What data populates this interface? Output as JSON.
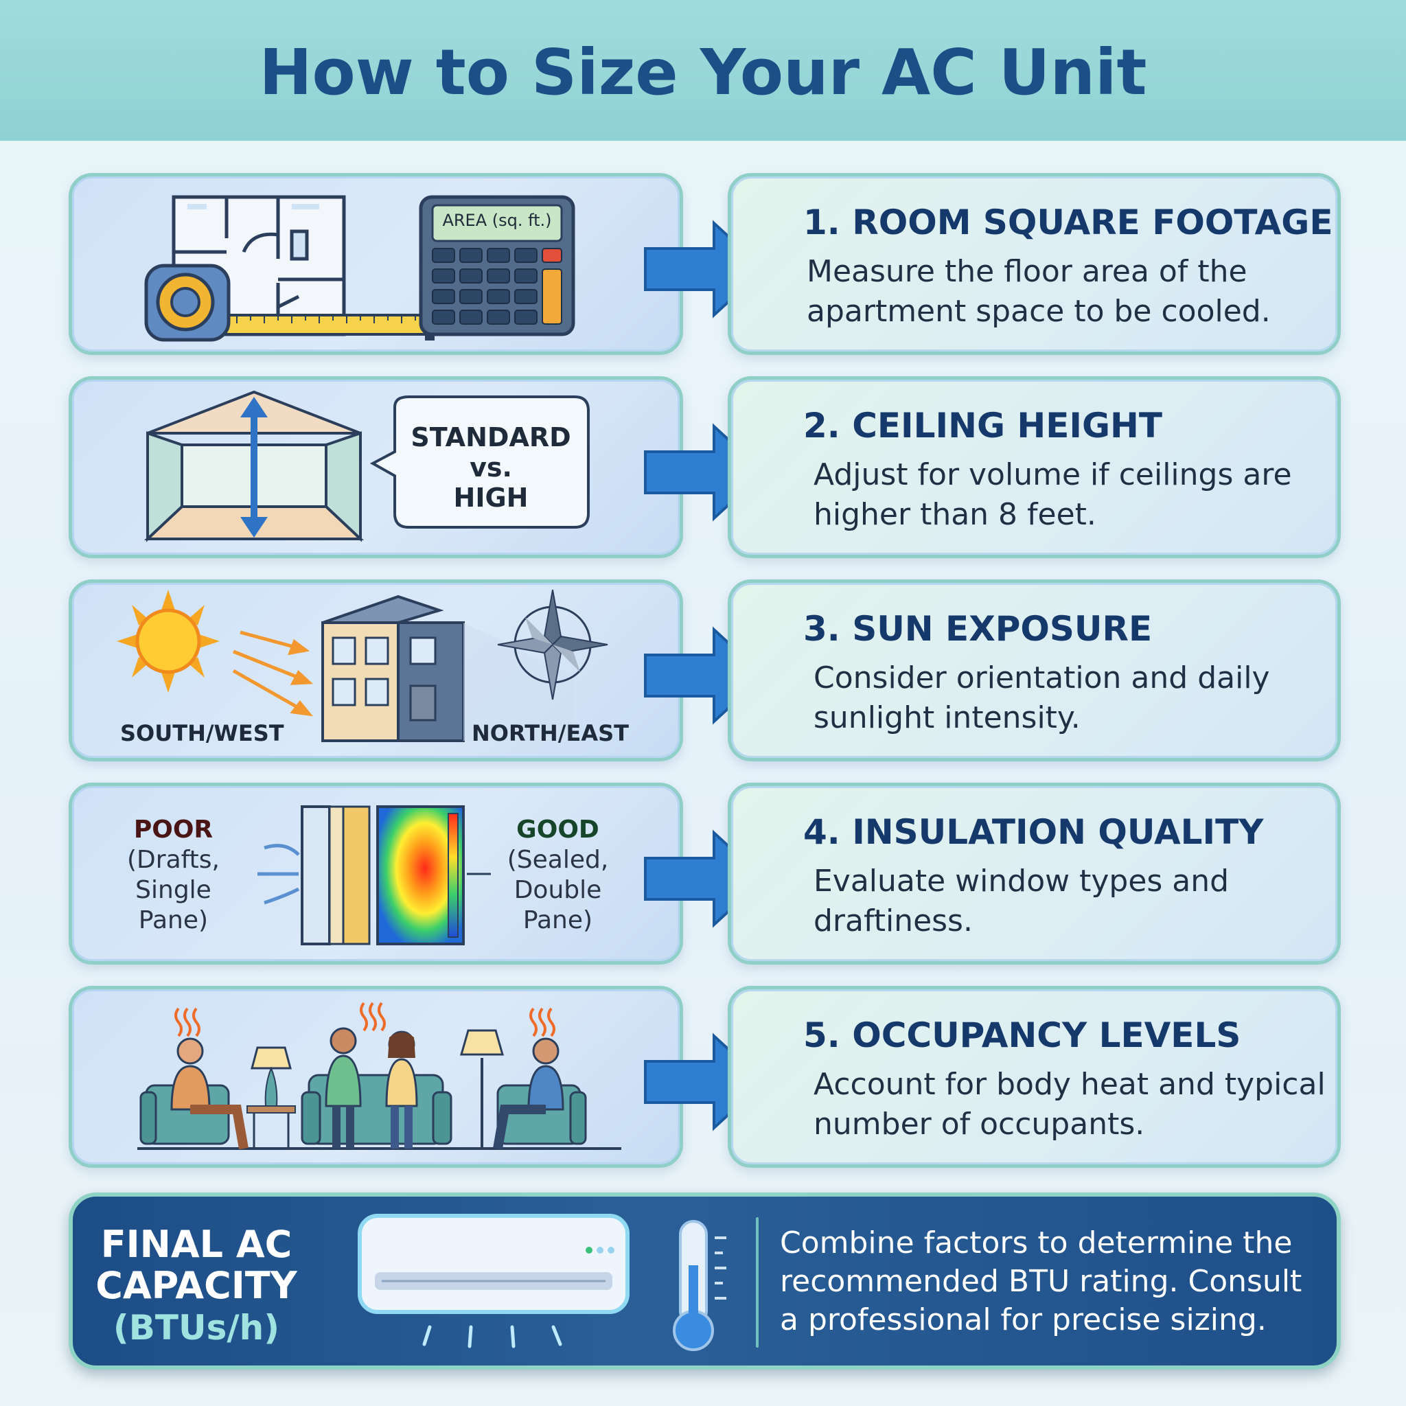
{
  "title": "How to Size Your AC Unit",
  "steps": [
    {
      "title": "1. ROOM SQUARE FOOTAGE",
      "description": "Measure the floor area of the apartment space to be cooled.",
      "illustration": {
        "calculator_label": "AREA (sq. ft.)",
        "icons": [
          "floor-plan-icon",
          "tape-measure-icon",
          "calculator-icon"
        ]
      }
    },
    {
      "title": "2. CEILING HEIGHT",
      "description": "Adjust for volume if ceilings are higher than 8 feet.",
      "illustration": {
        "bubble_line1": "STANDARD",
        "bubble_line2": "vs.",
        "bubble_line3": "HIGH",
        "icons": [
          "room-height-icon",
          "speech-bubble-icon"
        ]
      }
    },
    {
      "title": "3. SUN EXPOSURE",
      "description": "Consider orientation and daily sunlight intensity.",
      "illustration": {
        "label_left": "SOUTH/WEST",
        "label_right": "NORTH/EAST",
        "icons": [
          "sun-icon",
          "building-icon",
          "compass-icon"
        ]
      }
    },
    {
      "title": "4. INSULATION QUALITY",
      "description": "Evaluate window types and draftiness.",
      "illustration": {
        "poor_title": "POOR",
        "poor_line1": "(Drafts,",
        "poor_line2": "Single",
        "poor_line3": "Pane)",
        "good_title": "GOOD",
        "good_line1": "(Sealed,",
        "good_line2": "Double",
        "good_line3": "Pane)",
        "icons": [
          "wall-section-icon",
          "thermal-image-icon"
        ]
      }
    },
    {
      "title": "5. OCCUPANCY LEVELS",
      "description": "Account for body heat and typical number of occupants.",
      "illustration": {
        "icons": [
          "people-on-sofas-icon",
          "lamp-icon",
          "heat-waves-icon"
        ]
      }
    }
  ],
  "footer": {
    "title_line1": "FINAL AC",
    "title_line2": "CAPACITY",
    "unit": "(BTUs/h)",
    "text": "Combine factors to determine the recommended BTU rating. Consult a professional for precise sizing.",
    "icons": [
      "air-conditioner-icon",
      "thermometer-icon"
    ]
  },
  "colors": {
    "header_bg": "#8fd2d4",
    "title_text": "#1b4f86",
    "arrow_blue": "#2e7fd1",
    "footer_bg": "#1d4d86",
    "panel_border": "#8fcfc8"
  }
}
